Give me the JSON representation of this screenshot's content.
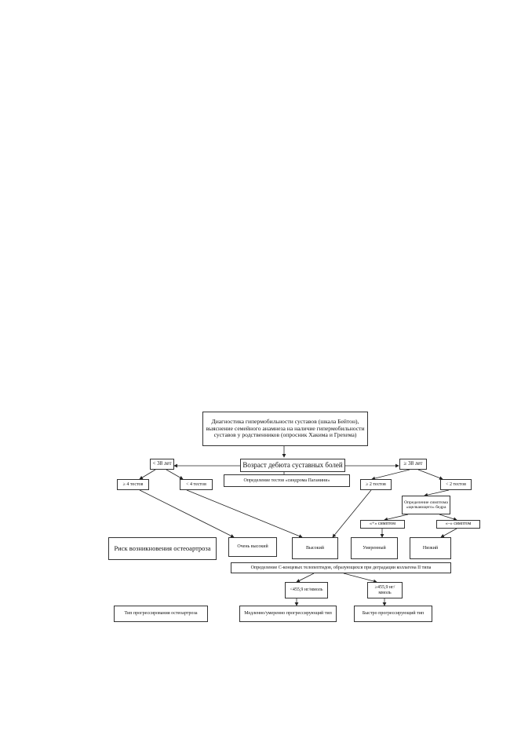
{
  "diagram": {
    "top_box": "Диагностика гипермобильности суставов (шкала Бейтон), выяснение семейного анамнеза на наличие гипермобильности суставов у родственников (опросник Хакима и Грехема)",
    "onset_box": "Возраст дебюта суставных болей",
    "age_lt38": "< 38 лет",
    "age_ge38": "≥ 38 лет",
    "paganini_box": "Определение тестов «синдрома Паганини»",
    "tests_ge4": "≥ 4 тестов",
    "tests_lt4": "< 4 тестов",
    "tests_ge2": "≥ 2 тестов",
    "tests_lt2": "< 2 тестов",
    "hip_box": "Определение симптома «щелкающего» бедра",
    "symptom_pos": "«+» симптом",
    "symptom_neg": "«–» симптом",
    "risk_label": "Риск возникновения остеоартроза",
    "risk_very_high": "Очень высокий",
    "risk_high": "Высокий",
    "risk_moderate": "Умеренный",
    "risk_low": "Низкий",
    "ctx_box": "Определение С-концевых телопептидов, образующихся при деградации коллагена II типа",
    "ctx_low": "<455,9 нг/ммоль",
    "ctx_high": "≥455,9 нг/ммоль",
    "prog_label": "Тип прогрессирования остеоартроза",
    "prog_slow": "Медленно/умеренно прогрессирующий тип",
    "prog_fast": "Быстро прогрессирующий тип"
  }
}
